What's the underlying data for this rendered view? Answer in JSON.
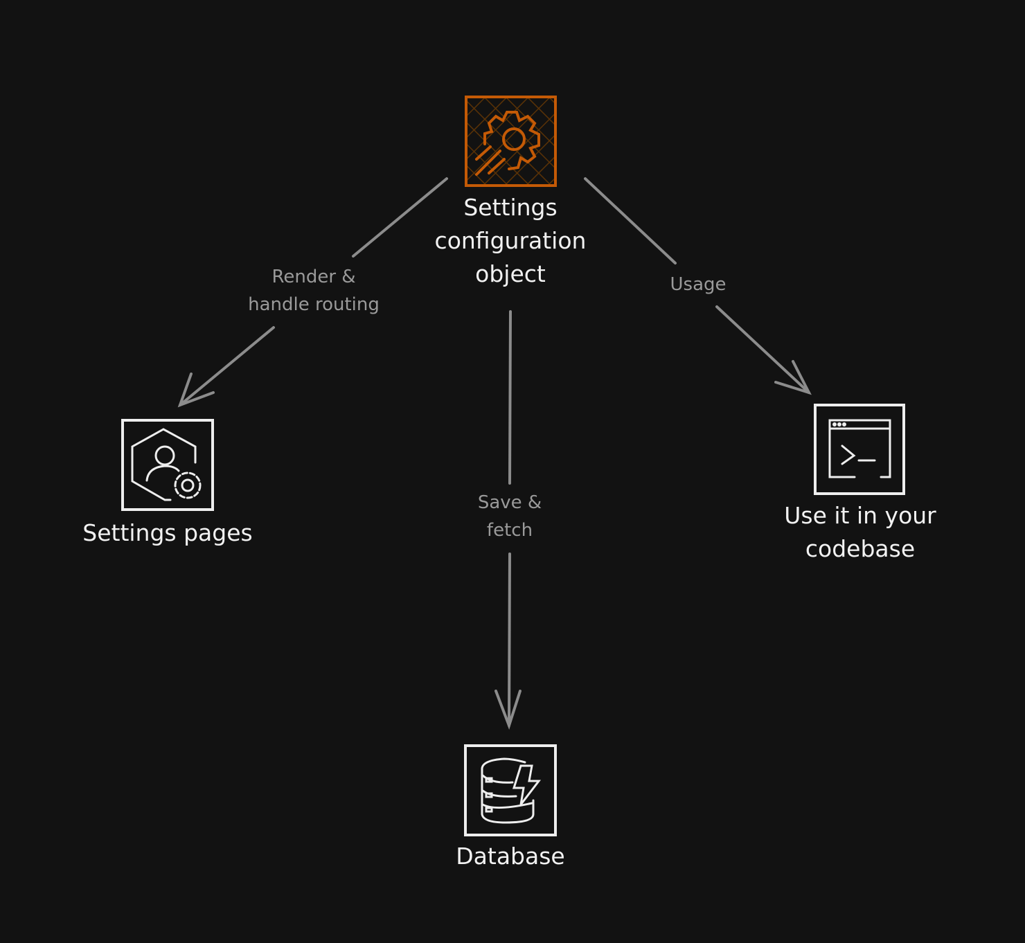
{
  "colors": {
    "background": "#121212",
    "accent": "#c45a06",
    "node": "#eeeeee",
    "edge": "#8c8c8c"
  },
  "nodes": {
    "config": {
      "icon": "gear-speed-icon",
      "lines": [
        "Settings",
        "configuration",
        "object"
      ]
    },
    "pages": {
      "icon": "user-settings-icon",
      "lines": [
        "Settings pages"
      ]
    },
    "codebase": {
      "icon": "terminal-icon",
      "lines": [
        "Use it in your",
        "codebase"
      ]
    },
    "database": {
      "icon": "database-bolt-icon",
      "lines": [
        "Database"
      ]
    }
  },
  "edges": {
    "render": {
      "lines": [
        "Render &",
        "handle routing"
      ]
    },
    "save": {
      "lines": [
        "Save &",
        "fetch"
      ]
    },
    "usage": {
      "lines": [
        "Usage"
      ]
    }
  }
}
